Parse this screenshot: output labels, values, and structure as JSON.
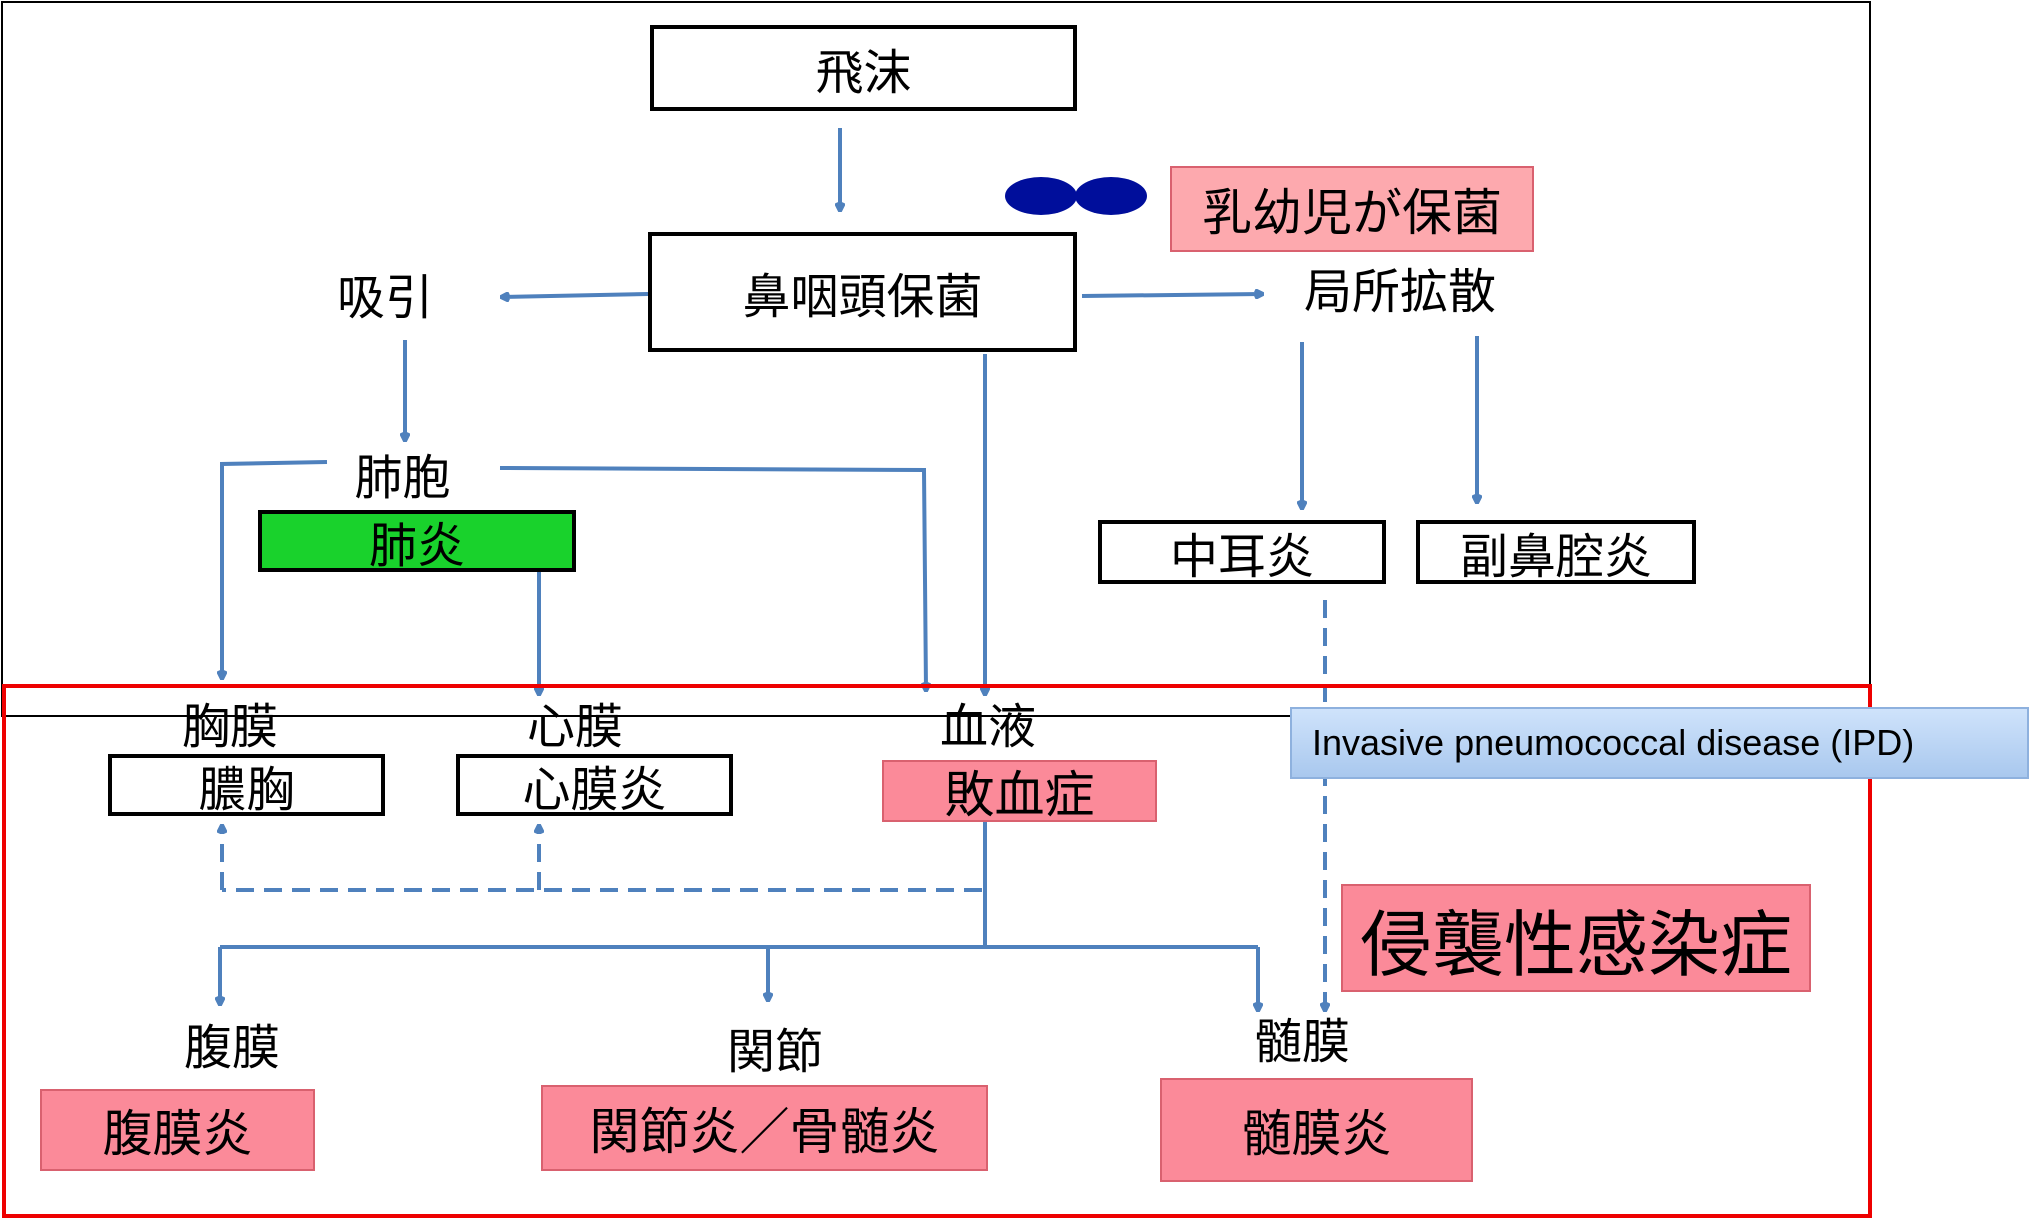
{
  "colors": {
    "arrow": "#4f81bd",
    "outer_frame": "#000000",
    "invasive_frame": "#ee0000",
    "pink_fill": "#fb8a99",
    "green_fill": "#19d22c",
    "bacteria_fill": "#000e9b"
  },
  "nodes": {
    "droplet": "飛沫",
    "nasopharynx": "鼻咽頭保菌",
    "infant_carrier": "乳幼児が保菌",
    "aspiration": "吸引",
    "local_spread": "局所拡散",
    "alveoli": "肺胞",
    "pneumonia": "肺炎",
    "otitis_media": "中耳炎",
    "sinusitis": "副鼻腔炎",
    "pleura": "胸膜",
    "empyema": "膿胸",
    "pericardium": "心膜",
    "pericarditis": "心膜炎",
    "blood": "血液",
    "sepsis": "敗血症",
    "ipd": "Invasive pneumococcal disease (IPD)",
    "invasive_infection": "侵襲性感染症",
    "peritoneum": "腹膜",
    "peritonitis": "腹膜炎",
    "joint": "関節",
    "arthritis_osteomyelitis": "関節炎／骨髄炎",
    "meninges": "髄膜",
    "meningitis": "髄膜炎"
  }
}
